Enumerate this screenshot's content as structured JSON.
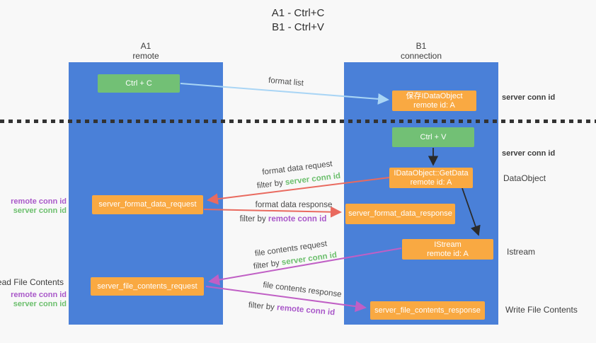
{
  "title": {
    "line1": "A1 - Ctrl+C",
    "line2": "B1 - Ctrl+V"
  },
  "columns": {
    "left": {
      "title": "A1",
      "subtitle": "remote"
    },
    "right": {
      "title": "B1",
      "subtitle": "connection"
    }
  },
  "boxes": {
    "ctrl_c": {
      "label": "Ctrl + C"
    },
    "save_dataobject": {
      "line1": "保存IDataObject",
      "line2": "remote id: A"
    },
    "ctrl_v": {
      "label": "Ctrl + V"
    },
    "getdata": {
      "line1": "IDataObject::GetData",
      "line2": "remote id: A"
    },
    "format_request": {
      "label": "server_format_data_request"
    },
    "format_response": {
      "label": "server_format_data_response"
    },
    "istream": {
      "line1": "IStream",
      "line2": "remote id: A"
    },
    "file_request": {
      "label": "server_file_contents_request"
    },
    "file_response": {
      "label": "server_file_contents_response"
    }
  },
  "flow_labels": {
    "format_list": "format list",
    "format_data_request": {
      "title": "format data request",
      "filter_prefix": "filter by",
      "filter_key": "server conn id"
    },
    "format_data_response": {
      "title": "format data response",
      "filter_prefix": "filter by",
      "filter_key": "remote conn id"
    },
    "file_contents_request": {
      "title": "file contents request",
      "filter_prefix": "filter by",
      "filter_key": "server conn id"
    },
    "file_contents_response": {
      "title": "file contents response",
      "filter_prefix": "filter by",
      "filter_key": "remote conn id"
    }
  },
  "side_labels": {
    "right_server_conn_id_top": "server conn id",
    "right_server_conn_id_mid": "server conn id",
    "right_dataobject": "DataObject",
    "right_istream": "Istream",
    "right_write_file_contents": "Write File Contents",
    "left_remote_conn_id_top": "remote conn id",
    "left_server_conn_id_top": "server conn id",
    "left_read_file_contents": "Read File Contents",
    "left_remote_conn_id_bottom": "remote conn id",
    "left_server_conn_id_bottom": "server conn id"
  },
  "colors": {
    "column_blue": "#4a80d8",
    "box_green": "#72c075",
    "box_orange": "#f9a942",
    "arrow_light_blue": "#a9d5f5",
    "arrow_red": "#e96a5f",
    "arrow_magenta": "#c05fc5",
    "arrow_black": "#2a2a2a",
    "green_text": "#6cbf6d",
    "purple_text": "#a958c9"
  }
}
